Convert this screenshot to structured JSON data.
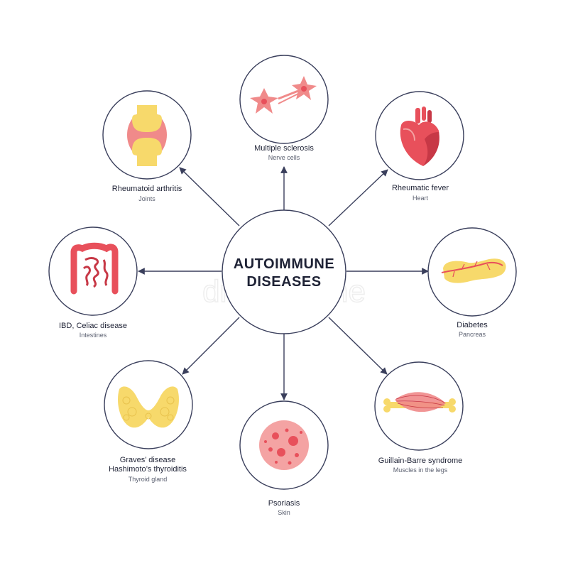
{
  "center": {
    "line1": "AUTOIMMUNE",
    "line2": "DISEASES"
  },
  "watermark": "dreamstime",
  "colors": {
    "outline": "#3a3f5c",
    "organ_red": "#e8505b",
    "organ_pink": "#f08a8a",
    "organ_yellow": "#f7d96b",
    "text": "#1e2235"
  },
  "diseases": [
    {
      "id": "multiple-sclerosis",
      "name": "Multiple sclerosis",
      "organ": "Nerve cells",
      "icon": "nerve-cells-icon"
    },
    {
      "id": "rheumatic-fever",
      "name": "Rheumatic fever",
      "organ": "Heart",
      "icon": "heart-icon"
    },
    {
      "id": "diabetes",
      "name": "Diabetes",
      "organ": "Pancreas",
      "icon": "pancreas-icon"
    },
    {
      "id": "guillain-barre",
      "name": "Guillain-Barre syndrome",
      "organ": "Muscles in the legs",
      "icon": "leg-muscle-icon"
    },
    {
      "id": "psoriasis",
      "name": "Psoriasis",
      "organ": "Skin",
      "icon": "skin-icon"
    },
    {
      "id": "graves",
      "name": "Graves’ disease",
      "name2": "Hashimoto’s thyroiditis",
      "organ": "Thyroid gland",
      "icon": "thyroid-icon"
    },
    {
      "id": "ibd",
      "name": "IBD, Celiac disease",
      "organ": "Intestines",
      "icon": "intestines-icon"
    },
    {
      "id": "rheumatoid-arthritis",
      "name": "Rheumatoid arthritis",
      "organ": "Joints",
      "icon": "joint-icon"
    }
  ]
}
